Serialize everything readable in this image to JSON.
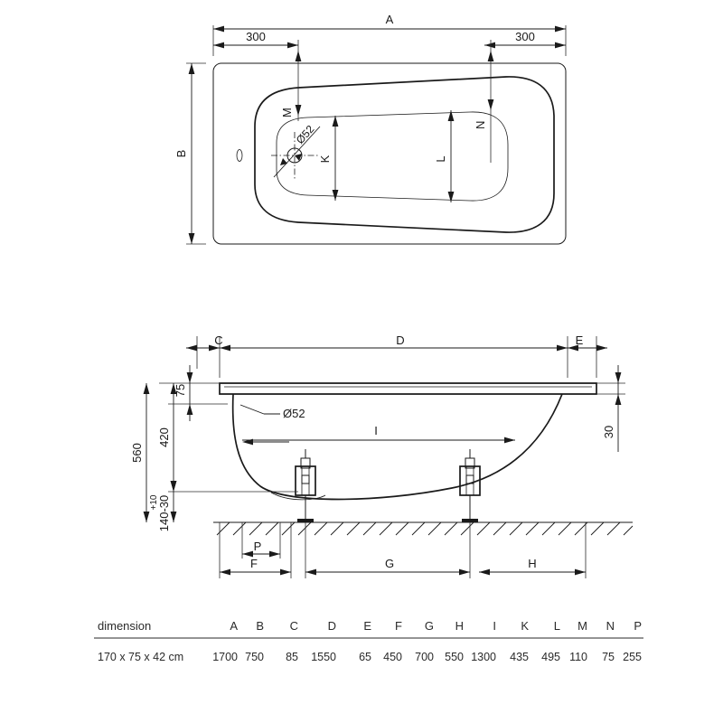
{
  "drawing": {
    "title": "Bathtub technical dimension drawing",
    "plan_view": {
      "name": "plan-view",
      "overall_label": "A",
      "width_label": "B",
      "offset_left": "300",
      "offset_right": "300",
      "marker_left": "M",
      "marker_right": "N",
      "inner_near": "K",
      "inner_far": "L",
      "drain_diameter": "Ø52"
    },
    "elevation_view": {
      "name": "elevation-view",
      "top_left": "C",
      "top_mid": "D",
      "top_right": "E",
      "overflow_diameter": "Ø52",
      "interior_length": "I",
      "height_total": "560",
      "height_inner": "420",
      "rim_thickness": "75",
      "right_rim_drop": "30",
      "leg_height": "140-30",
      "leg_tolerance": "+10",
      "bottom_p": "P",
      "bottom_f": "F",
      "bottom_g": "G",
      "bottom_h": "H"
    },
    "table": {
      "name": "dimension-table",
      "row_header": "dimension",
      "columns": [
        "A",
        "B",
        "C",
        "D",
        "E",
        "F",
        "G",
        "H",
        "I",
        "K",
        "L",
        "M",
        "N",
        "P"
      ],
      "rows": [
        {
          "label": "170 x 75 x 42 cm",
          "values": [
            "1700",
            "750",
            "85",
            "1550",
            "65",
            "450",
            "700",
            "550",
            "1300",
            "435",
            "495",
            "110",
            "75",
            "255"
          ]
        }
      ]
    }
  }
}
